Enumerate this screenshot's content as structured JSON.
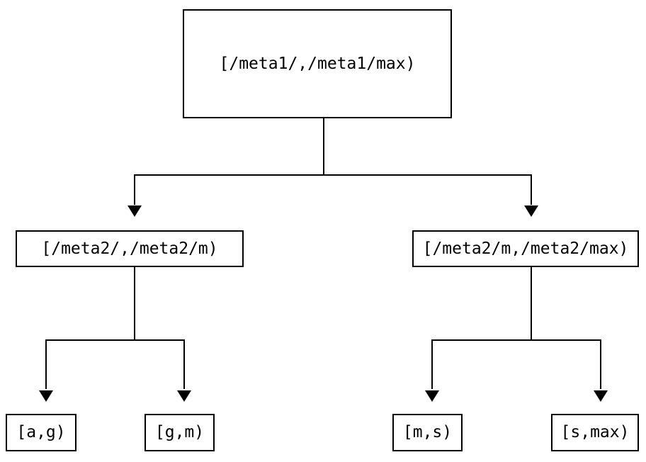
{
  "diagram": {
    "type": "binary-tree",
    "colors": {
      "line": "#000000",
      "background": "#ffffff",
      "text": "#000000"
    },
    "root": {
      "label": "[/meta1/,/meta1/max)"
    },
    "level2": {
      "left": {
        "label": "[/meta2/,/meta2/m)"
      },
      "right": {
        "label": "[/meta2/m,/meta2/max)"
      }
    },
    "leaves": {
      "ag": {
        "label": "[a,g)"
      },
      "gm": {
        "label": "[g,m)"
      },
      "ms": {
        "label": "[m,s)"
      },
      "smax": {
        "label": "[s,max)"
      }
    }
  }
}
